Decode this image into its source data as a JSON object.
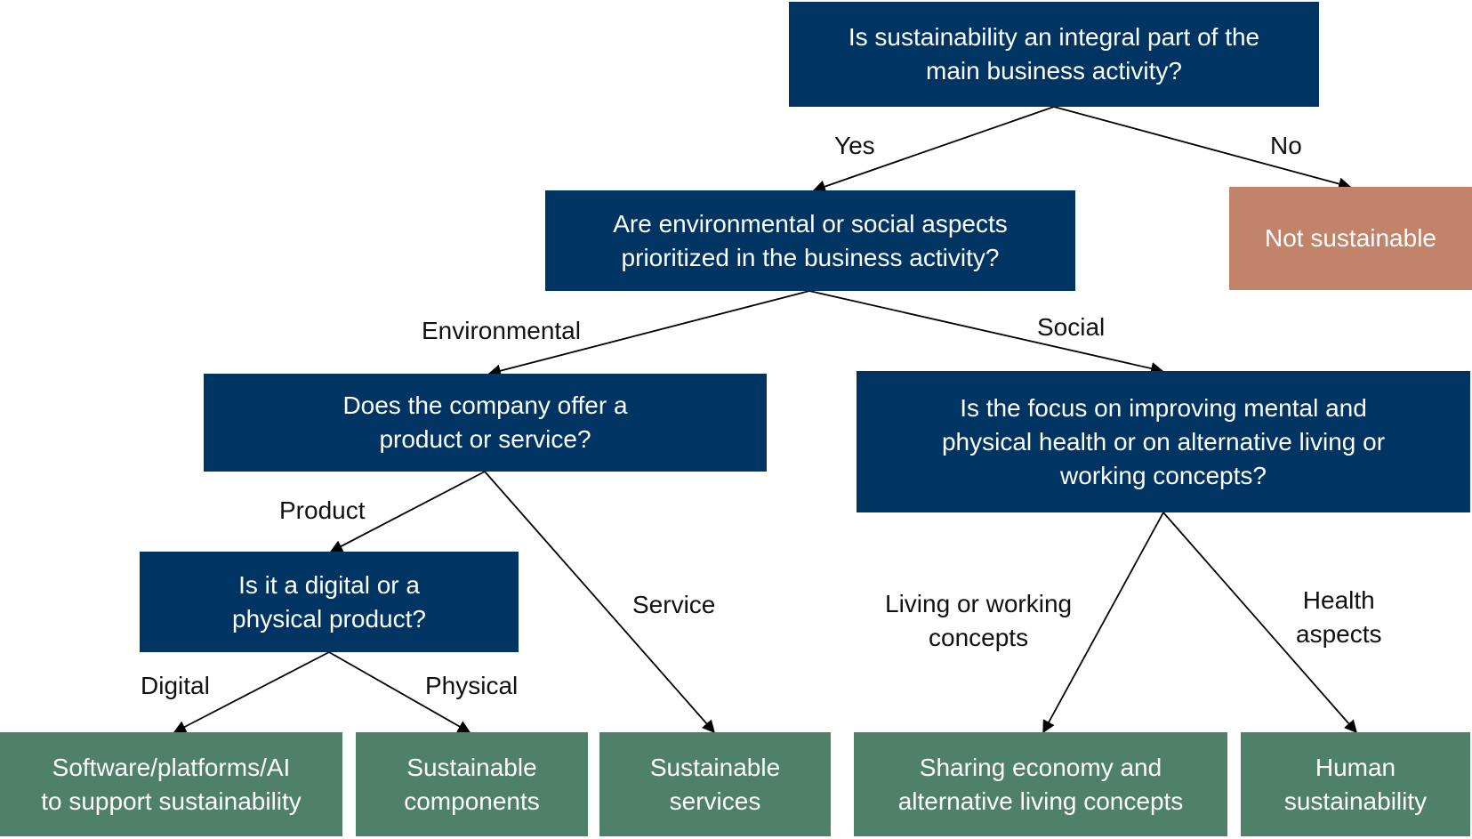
{
  "nodes": {
    "q_sustainability": "Is sustainability an integral part of the\nmain business activity?",
    "not_sustainable": "Not sustainable",
    "q_priority": "Are environmental or social aspects\nprioritized in the business activity?",
    "q_product_service": "Does the company offer a\nproduct or service?",
    "q_focus": "Is the focus on improving mental and\nphysical health or on alternative living or\nworking concepts?",
    "q_digital_physical": "Is it a digital or a\nphysical product?",
    "leaf_software": "Software/platforms/AI\nto support sustainability",
    "leaf_components": "Sustainable\ncomponents",
    "leaf_services": "Sustainable\nservices",
    "leaf_sharing": "Sharing economy and\nalternative living concepts",
    "leaf_human": "Human\nsustainability"
  },
  "edges": {
    "yes": "Yes",
    "no": "No",
    "environmental": "Environmental",
    "social": "Social",
    "product": "Product",
    "service": "Service",
    "living_working": "Living or working\nconcepts",
    "health": "Health\naspects",
    "digital": "Digital",
    "physical": "Physical"
  },
  "colors": {
    "question": "#003463",
    "outcome": "#4f8069",
    "negative": "#c1836a"
  }
}
